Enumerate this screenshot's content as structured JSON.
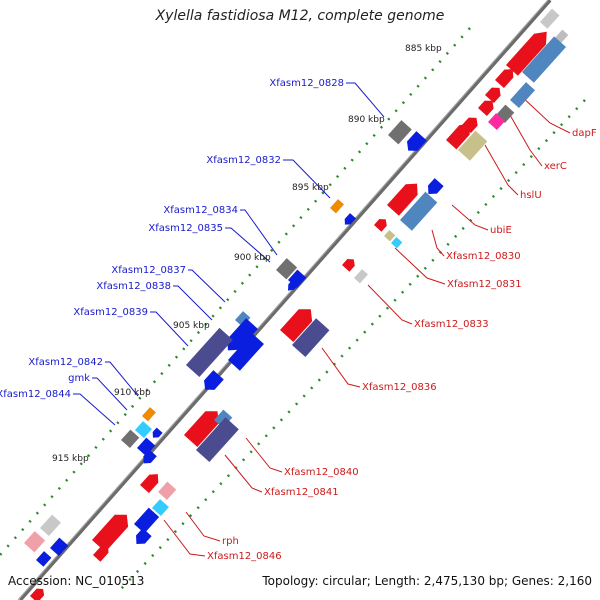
{
  "title": "Xylella fastidiosa M12, complete genome",
  "accession": "Accession: NC_010513",
  "summary": "Topology: circular; Length: 2,475,130 bp; Genes: 2,160",
  "ticks": [
    {
      "label": "885 kbp"
    },
    {
      "label": "890 kbp"
    },
    {
      "label": "895 kbp"
    },
    {
      "label": "900 kbp"
    },
    {
      "label": "905 kbp"
    },
    {
      "label": "910 kbp"
    },
    {
      "label": "915 kbp"
    }
  ],
  "left_labels": [
    {
      "text": "Xfasm12_0828"
    },
    {
      "text": "Xfasm12_0832"
    },
    {
      "text": "Xfasm12_0834"
    },
    {
      "text": "Xfasm12_0835"
    },
    {
      "text": "Xfasm12_0837"
    },
    {
      "text": "Xfasm12_0838"
    },
    {
      "text": "Xfasm12_0839"
    },
    {
      "text": "Xfasm12_0842"
    },
    {
      "text": "gmk"
    },
    {
      "text": "Xfasm12_0844"
    }
  ],
  "right_labels": [
    {
      "text": "dapF"
    },
    {
      "text": "xerC"
    },
    {
      "text": "hslU"
    },
    {
      "text": "ubiE"
    },
    {
      "text": "Xfasm12_0830"
    },
    {
      "text": "Xfasm12_0831"
    },
    {
      "text": "Xfasm12_0833"
    },
    {
      "text": "Xfasm12_0836"
    },
    {
      "text": "Xfasm12_0840"
    },
    {
      "text": "Xfasm12_0841"
    },
    {
      "text": "rph"
    },
    {
      "text": "Xfasm12_0846"
    }
  ],
  "colors": {
    "backbone": "#888888",
    "forward": "#e8101a",
    "reverse": "#0a1ee0",
    "steel": "#4f86c0",
    "slate": "#4b4b8f",
    "gray": "#707070",
    "khaki": "#c8c08a",
    "orange": "#f08a00",
    "pink": "#ff2aa0",
    "cyan": "#33ccff",
    "left_label": "#1a1acc",
    "right_label": "#cc1a1a",
    "tick_dot": "#2a8a2a"
  }
}
